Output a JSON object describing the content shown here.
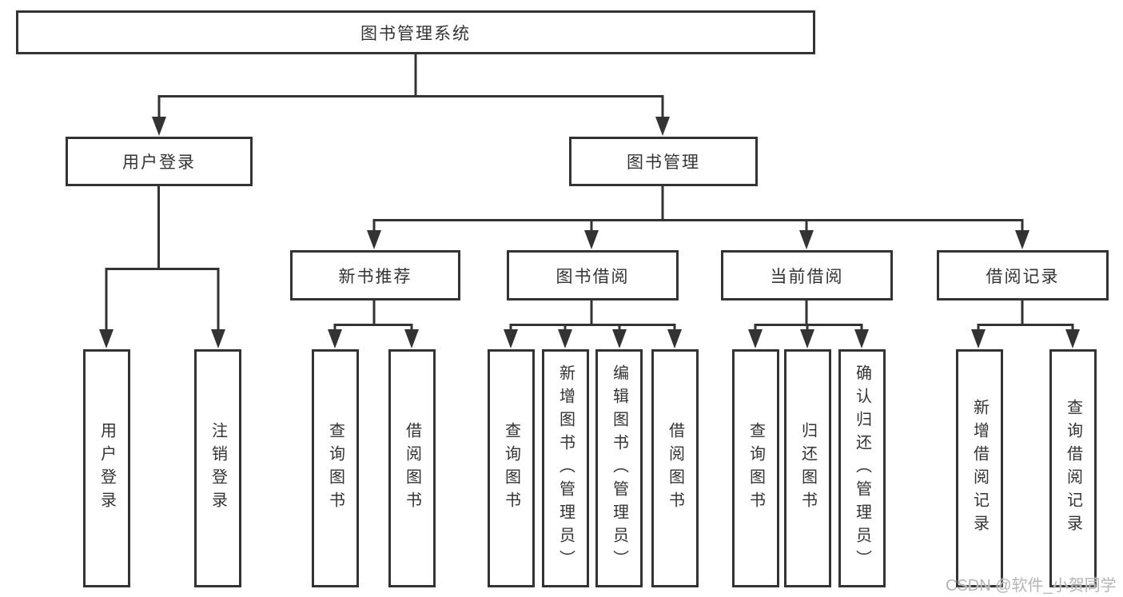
{
  "tree": {
    "label": "图书管理系统",
    "children": [
      {
        "label": "用户登录",
        "children": [
          {
            "label": "用户登录"
          },
          {
            "label": "注销登录"
          }
        ]
      },
      {
        "label": "图书管理",
        "children": [
          {
            "label": "新书推荐",
            "children": [
              {
                "label": "查询图书"
              },
              {
                "label": "借阅图书"
              }
            ]
          },
          {
            "label": "图书借阅",
            "children": [
              {
                "label": "查询图书"
              },
              {
                "label": "新增图书（管理员）"
              },
              {
                "label": "编辑图书（管理员）"
              },
              {
                "label": "借阅图书"
              }
            ]
          },
          {
            "label": "当前借阅",
            "children": [
              {
                "label": "查询图书"
              },
              {
                "label": "归还图书"
              },
              {
                "label": "确认归还（管理员）"
              }
            ]
          },
          {
            "label": "借阅记录",
            "children": [
              {
                "label": "新增借阅记录"
              },
              {
                "label": "查询借阅记录"
              }
            ]
          }
        ]
      }
    ]
  },
  "watermark": "CSDN @软件_小贺同学",
  "colors": {
    "line": "#333333",
    "box_border": "#333333",
    "text": "#333333",
    "background": "#ffffff",
    "watermark_text": "#b5b5b5"
  }
}
